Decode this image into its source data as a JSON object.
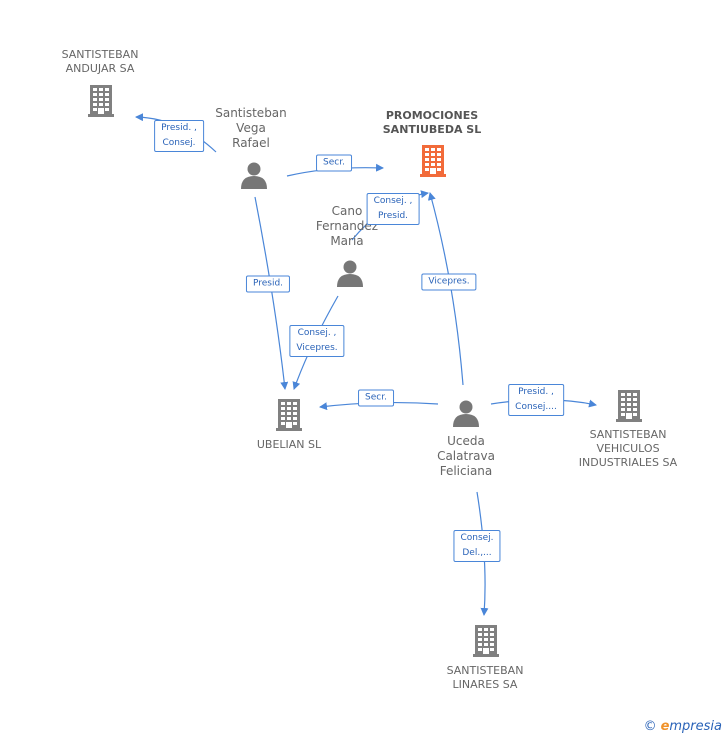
{
  "colors": {
    "building": "#808080",
    "building_main": "#f26b3a",
    "person": "#777777",
    "edge": "#4a86d8",
    "edge_text": "#2a63b8"
  },
  "companies": {
    "andujar": {
      "lines": [
        "SANTISTEBAN",
        "ANDUJAR SA"
      ]
    },
    "promociones": {
      "lines": [
        "PROMOCIONES",
        "SANTIUBEDA SL"
      ]
    },
    "ubelian": {
      "lines": [
        "UBELIAN SL"
      ]
    },
    "vehiculos": {
      "lines": [
        "SANTISTEBAN",
        "VEHICULOS",
        "INDUSTRIALES SA"
      ]
    },
    "linares": {
      "lines": [
        "SANTISTEBAN",
        "LINARES SA"
      ]
    }
  },
  "people": {
    "vega": {
      "lines": [
        "Santisteban",
        "Vega",
        "Rafael"
      ]
    },
    "cano": {
      "lines": [
        "Cano",
        "Fernandez",
        "Maria"
      ]
    },
    "uceda": {
      "lines": [
        "Uceda",
        "Calatrava",
        "Feliciana"
      ]
    }
  },
  "edges": {
    "vega_andujar": {
      "lines": [
        "Presid. ,",
        "Consej."
      ]
    },
    "vega_promociones": {
      "lines": [
        "Secr."
      ]
    },
    "vega_ubelian": {
      "lines": [
        "Presid."
      ]
    },
    "cano_promociones": {
      "lines": [
        "Consej. ,",
        "Presid."
      ]
    },
    "cano_ubelian": {
      "lines": [
        "Consej. ,",
        "Vicepres."
      ]
    },
    "uceda_promociones": {
      "lines": [
        "Vicepres."
      ]
    },
    "uceda_ubelian": {
      "lines": [
        "Secr."
      ]
    },
    "uceda_vehiculos": {
      "lines": [
        "Presid. ,",
        "Consej...."
      ]
    },
    "uceda_linares": {
      "lines": [
        "Consej.",
        "Del.,..."
      ]
    }
  },
  "footer": {
    "copyright": "©",
    "brand_first": "e",
    "brand_rest": "mpresia"
  }
}
